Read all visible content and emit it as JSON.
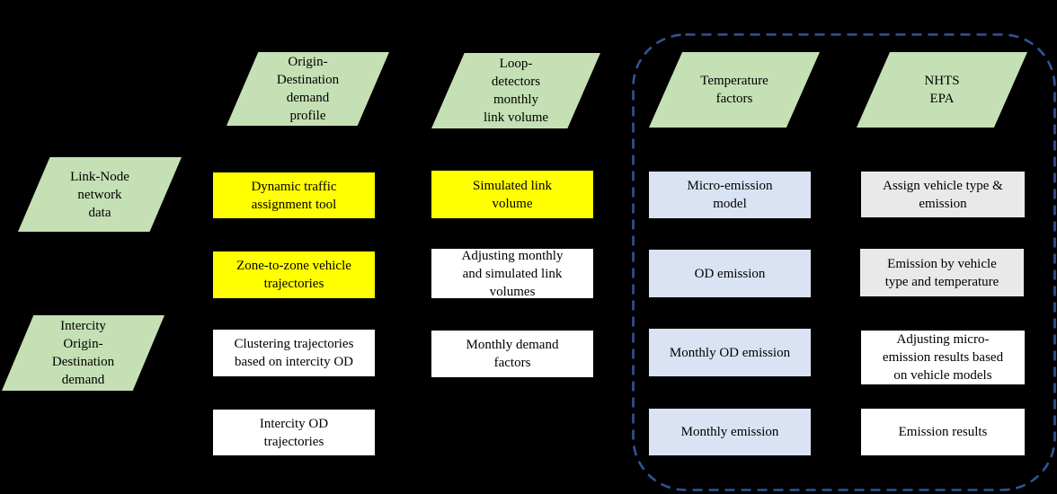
{
  "palette": {
    "background": "#000000",
    "input_green": "#c5e0b4",
    "highlight_yellow": "#ffff00",
    "emission_blue": "#dae3f3",
    "process_gray": "#e9e9e9",
    "process_white": "#ffffff",
    "module_border_blue": "#2f5597",
    "text_color": "#000000"
  },
  "inputs": {
    "link_node_network_data": "Link-Node\nnetwork\ndata",
    "intercity_od_demand": "Intercity\nOrigin-\nDestination\ndemand",
    "od_demand_profile": "Origin-\nDestination\ndemand\nprofile",
    "loop_detectors_monthly_link_volume": "Loop-\ndetectors\nmonthly\nlink volume",
    "temperature_factors": "Temperature\nfactors",
    "nhts_epa": "NHTS\nEPA"
  },
  "processes": {
    "dynamic_traffic_assignment_tool": "Dynamic traffic\nassignment tool",
    "zone_to_zone_vehicle_trajectories": "Zone-to-zone vehicle\ntrajectories",
    "clustering_trajectories_based_on_intercity_od": "Clustering trajectories\nbased on intercity OD",
    "intercity_od_trajectories": "Intercity OD\ntrajectories",
    "simulated_link_volume": "Simulated link\nvolume",
    "adjusting_monthly_and_simulated_link_volumes": "Adjusting monthly\nand simulated link\nvolumes",
    "monthly_demand_factors": "Monthly demand\nfactors",
    "micro_emission_model": "Micro-emission\nmodel",
    "od_emission": "OD emission",
    "monthly_od_emission": "Monthly OD emission",
    "monthly_emission": "Monthly emission",
    "assign_vehicle_type_and_emission": "Assign vehicle type &\nemission",
    "emission_by_vehicle_type_and_temperature": "Emission by vehicle\ntype and temperature",
    "adjusting_micro_emission_results_based_on_vehicle_models": "Adjusting micro-\nemission results based\non vehicle models",
    "emission_results": "Emission results"
  }
}
